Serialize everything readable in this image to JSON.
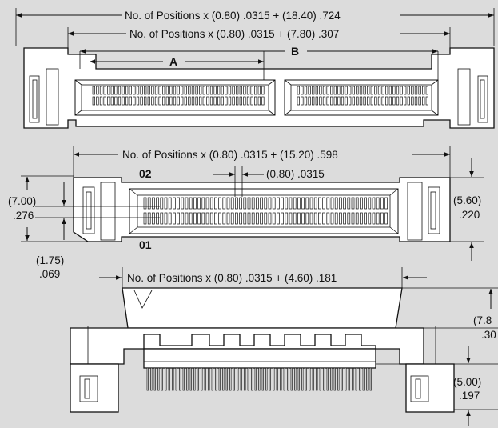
{
  "dimensions": {
    "top_overall": "No. of Positions x (0.80) .0315 + (18.40) .724",
    "top_inner": "No. of Positions x (0.80) .0315 + (7.80) .307",
    "label_a": "A",
    "label_b": "B",
    "middle_width": "No. of Positions x (0.80) .0315 + (15.20) .598",
    "pitch": "(0.80) .0315",
    "height_left_mm": "(7.00)",
    "height_left_in": ".276",
    "height_right_mm": "(5.60)",
    "height_right_in": ".220",
    "offset_mm": "(1.75)",
    "offset_in": ".069",
    "pin_row_top": "02",
    "pin_row_bottom": "01",
    "bottom_width": "No. of Positions x (0.80) .0315 + (4.60) .181",
    "side_height_mm": "(7.8",
    "side_height_in": ".30",
    "lead_length_mm": "(5.00)",
    "lead_length_in": ".197"
  }
}
